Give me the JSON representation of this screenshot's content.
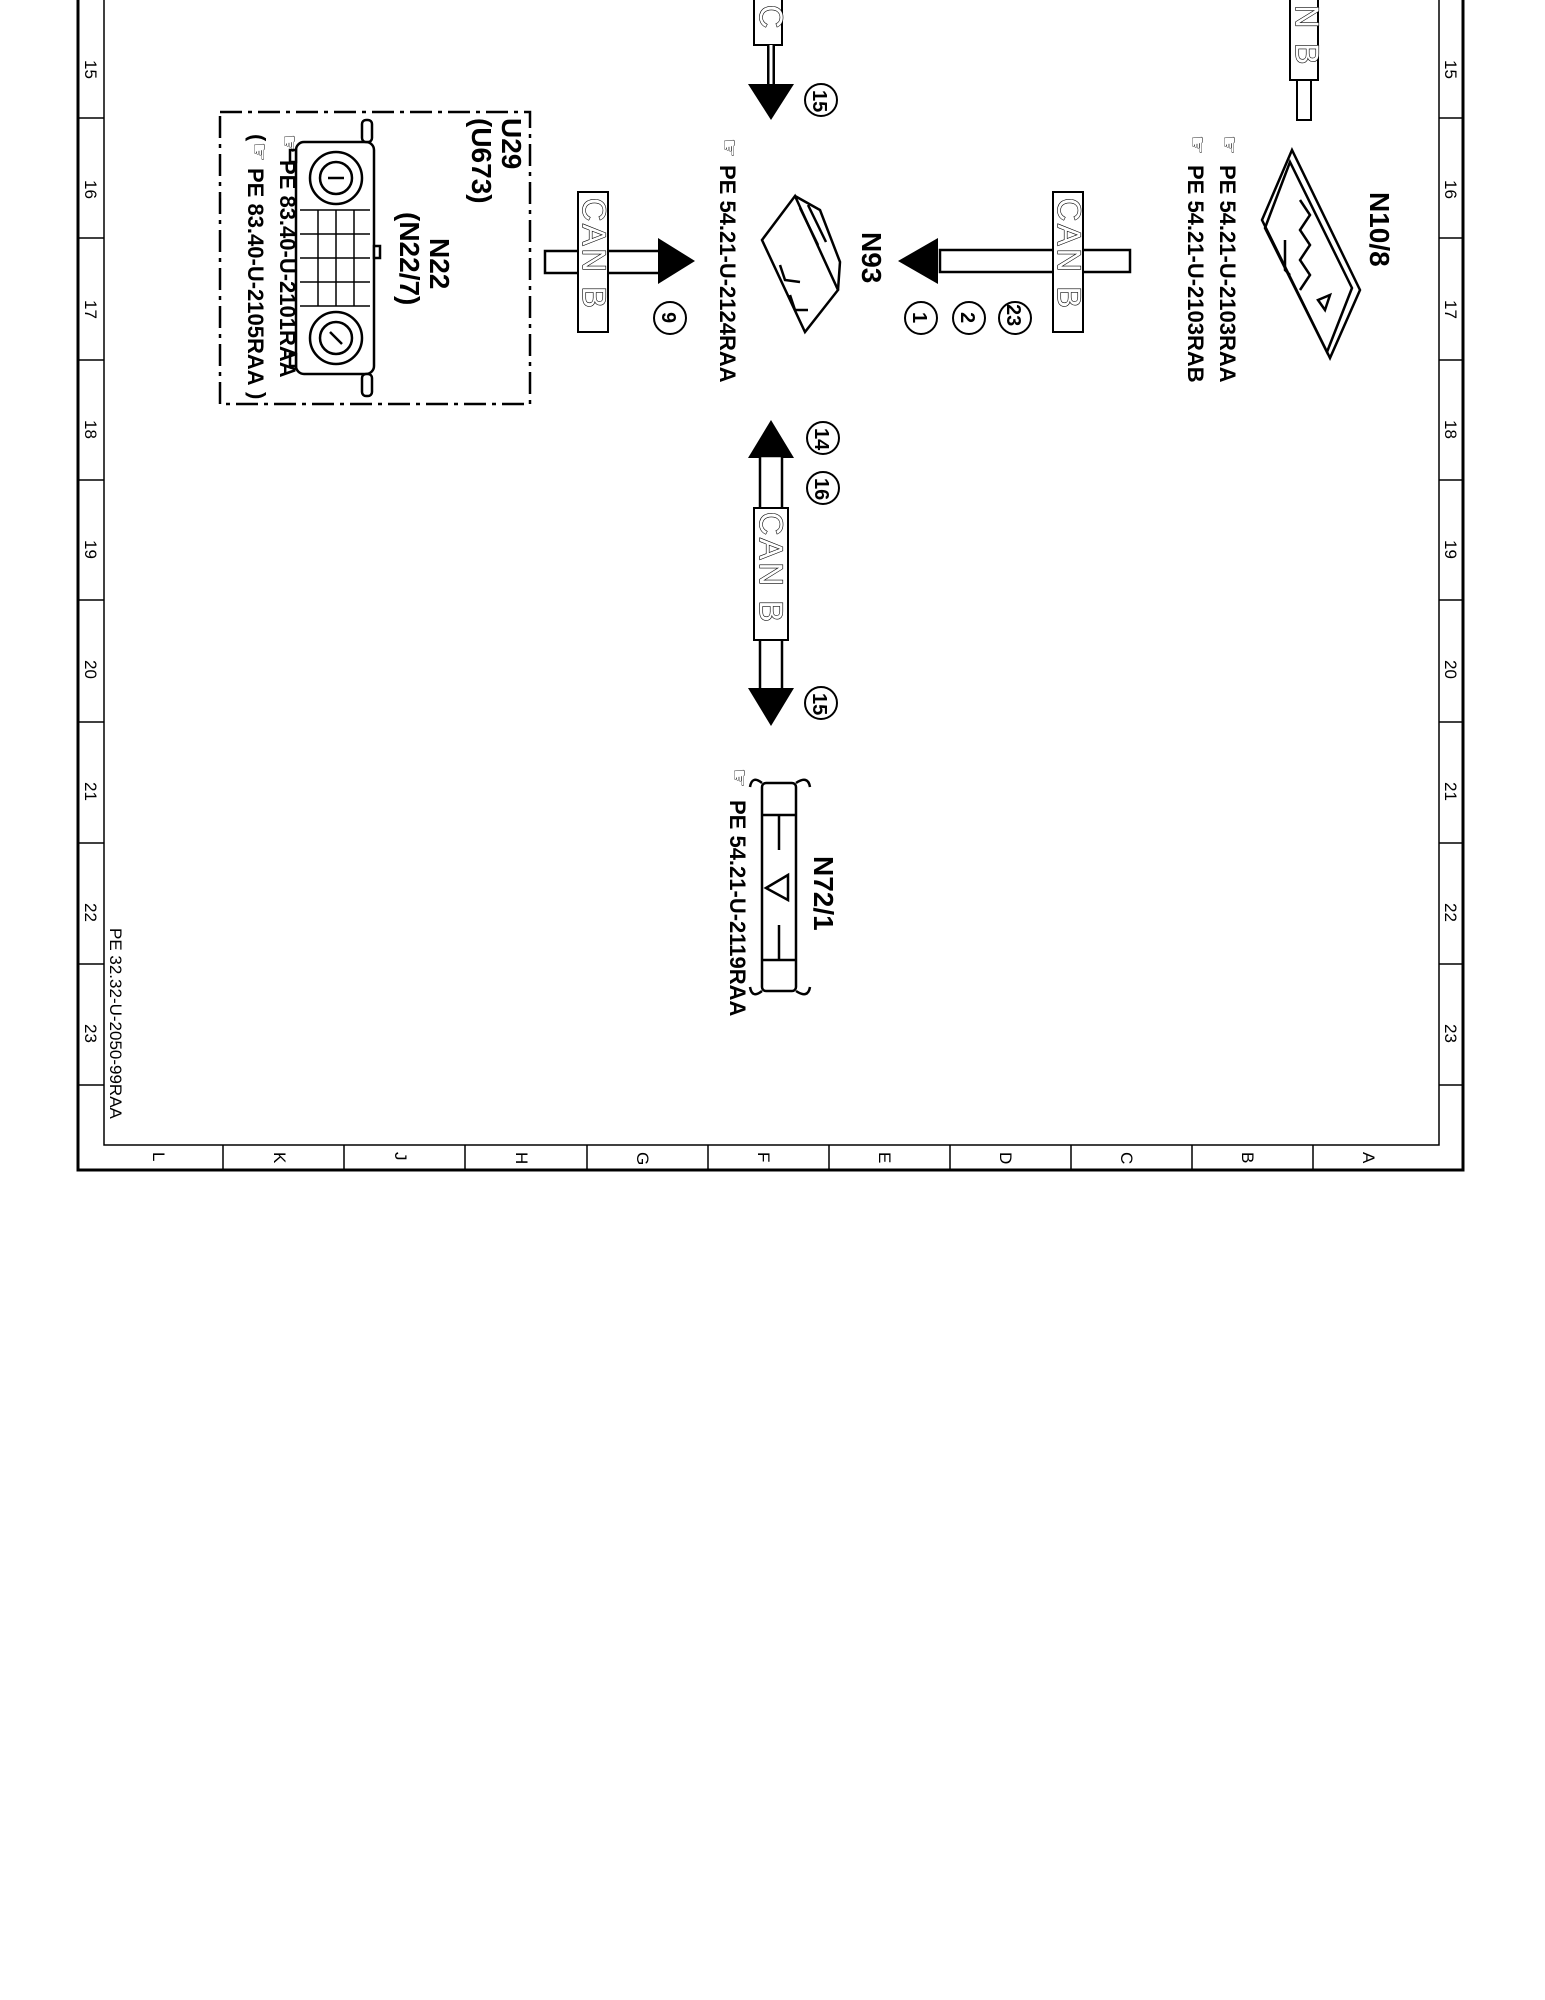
{
  "frame": {
    "row_numbers": [
      "15",
      "16",
      "17",
      "18",
      "19",
      "20",
      "21",
      "22",
      "23"
    ],
    "column_letters": [
      "L",
      "K",
      "J",
      "H",
      "G",
      "F",
      "E",
      "D",
      "C",
      "B",
      "A"
    ],
    "document_ref": "PE 32.32-U-2050-99RAA"
  },
  "components": {
    "n10_8": {
      "label": "N10/8",
      "refs": [
        "PE  54.21-U-2103RAA",
        "PE  54.21-U-2103RAB"
      ]
    },
    "n93": {
      "label": "N93",
      "refs": [
        "PE  54.21-U-2124RAA"
      ]
    },
    "n72_1": {
      "label": "N72/1",
      "refs": [
        "PE  54.21-U-2119RAA"
      ]
    },
    "u29": {
      "labels": [
        "U29",
        "(U673)"
      ],
      "sub_labels": [
        "N22",
        "(N22/7)"
      ],
      "refs": [
        "PE  83.40-U-2101RAA",
        "PE  83.40-U-2105RAA"
      ]
    }
  },
  "connections": {
    "top_bus_fragment": "C",
    "top_right_fragment": "N B",
    "can_label": "CAN B",
    "markers": {
      "top": [
        "15"
      ],
      "right": [
        "23",
        "2",
        "1"
      ],
      "left": [
        "9"
      ],
      "bottom_upper": [
        "14",
        "16"
      ],
      "bottom_lower": [
        "15"
      ]
    }
  }
}
